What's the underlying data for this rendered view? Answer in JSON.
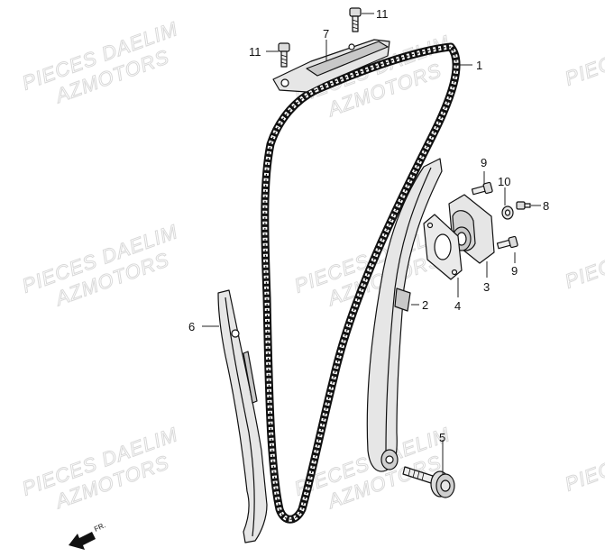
{
  "watermark": {
    "line1": "PIECES DAELIM",
    "line2": "AZMOTORS"
  },
  "direction": {
    "label": "FR.",
    "icon": "arrow-left-down-icon"
  },
  "callouts": {
    "p1": "1",
    "p2": "2",
    "p3": "3",
    "p4": "4",
    "p5": "5",
    "p6": "6",
    "p7": "7",
    "p8": "8",
    "p9a": "9",
    "p9b": "9",
    "p10": "10",
    "p11a": "11",
    "p11b": "11"
  },
  "colors": {
    "part_fill": "#e6e6e6",
    "part_shade": "#c8c8c8",
    "line": "#111111",
    "watermark": "#d9d9d9"
  }
}
